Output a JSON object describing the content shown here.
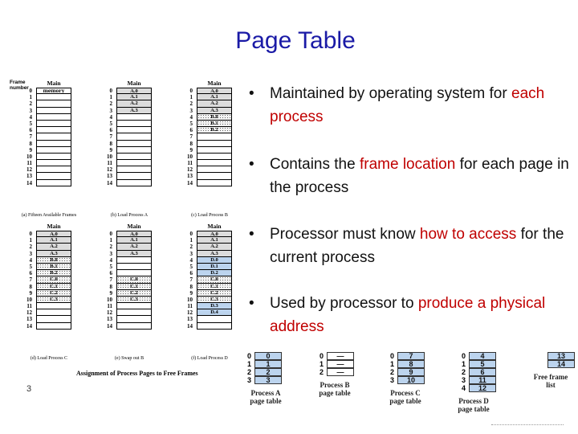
{
  "title": "Page Table",
  "bullets": [
    {
      "parts": [
        {
          "text": "Maintained by operating system for ",
          "hl": false
        },
        {
          "text": "each process",
          "hl": true
        }
      ]
    },
    {
      "parts": [
        {
          "text": "Contains the ",
          "hl": false
        },
        {
          "text": "frame location",
          "hl": true
        },
        {
          "text": " for each page in the process",
          "hl": false
        }
      ]
    },
    {
      "parts": [
        {
          "text": "Processor must know ",
          "hl": false
        },
        {
          "text": "how to access",
          "hl": true
        },
        {
          "text": " for the current process",
          "hl": false
        }
      ]
    },
    {
      "parts": [
        {
          "text": "Used by processor to ",
          "hl": false
        },
        {
          "text": "produce a physical address",
          "hl": true
        }
      ]
    }
  ],
  "bullet_symbol": "•",
  "slide_number": "3",
  "figure": {
    "frame_number_label": "Frame\nnumber",
    "main_memory_label": "Main memory",
    "assignment_caption": "Assignment of Process Pages to Free Frames",
    "frame_numbers": [
      "0",
      "1",
      "2",
      "3",
      "4",
      "5",
      "6",
      "7",
      "8",
      "9",
      "10",
      "11",
      "12",
      "13",
      "14"
    ],
    "panels": [
      {
        "caption": "(a) Fifteen Available Frames",
        "cells": [
          "",
          "",
          "",
          "",
          "",
          "",
          "",
          "",
          "",
          "",
          "",
          "",
          "",
          "",
          ""
        ],
        "styles": [
          "",
          "",
          "",
          "",
          "",
          "",
          "",
          "",
          "",
          "",
          "",
          "",
          "",
          "",
          ""
        ]
      },
      {
        "caption": "(b) Load Process A",
        "cells": [
          "A.0",
          "A.1",
          "A.2",
          "A.3",
          "",
          "",
          "",
          "",
          "",
          "",
          "",
          "",
          "",
          "",
          ""
        ],
        "styles": [
          "gray",
          "gray",
          "gray",
          "gray",
          "",
          "",
          "",
          "",
          "",
          "",
          "",
          "",
          "",
          "",
          ""
        ]
      },
      {
        "caption": "(c) Load Process B",
        "cells": [
          "A.0",
          "A.1",
          "A.2",
          "A.3",
          "B.0",
          "B.1",
          "B.2",
          "",
          "",
          "",
          "",
          "",
          "",
          "",
          ""
        ],
        "styles": [
          "gray",
          "gray",
          "gray",
          "gray",
          "dots",
          "dots",
          "dots",
          "",
          "",
          "",
          "",
          "",
          "",
          "",
          ""
        ]
      },
      {
        "caption": "(d) Load Process C",
        "cells": [
          "A.0",
          "A.1",
          "A.2",
          "A.3",
          "B.0",
          "B.1",
          "B.2",
          "C.0",
          "C.1",
          "C.2",
          "C.3",
          "",
          "",
          "",
          ""
        ],
        "styles": [
          "gray",
          "gray",
          "gray",
          "gray",
          "dots",
          "dots",
          "dots",
          "dots",
          "dots",
          "dots",
          "dots",
          "",
          "",
          "",
          ""
        ]
      },
      {
        "caption": "(e) Swap out B",
        "cells": [
          "A.0",
          "A.1",
          "A.2",
          "A.3",
          "",
          "",
          "",
          "C.0",
          "C.1",
          "C.2",
          "C.3",
          "",
          "",
          "",
          ""
        ],
        "styles": [
          "gray",
          "gray",
          "gray",
          "gray",
          "",
          "",
          "",
          "dots",
          "dots",
          "dots",
          "dots",
          "",
          "",
          "",
          ""
        ]
      },
      {
        "caption": "(f) Load Process D",
        "cells": [
          "A.0",
          "A.1",
          "A.2",
          "A.3",
          "D.0",
          "D.1",
          "D.2",
          "C.0",
          "C.1",
          "C.2",
          "C.3",
          "D.3",
          "D.4",
          "",
          ""
        ],
        "styles": [
          "gray",
          "gray",
          "gray",
          "gray",
          "blue",
          "blue",
          "blue",
          "dots",
          "dots",
          "dots",
          "dots",
          "blue",
          "blue",
          "",
          ""
        ]
      }
    ]
  },
  "page_tables": [
    {
      "label": "Process A\npage table",
      "indices": [
        "0",
        "1",
        "2",
        "3"
      ],
      "values": [
        "0",
        "1",
        "2",
        "3"
      ]
    },
    {
      "label": "Process B\npage table",
      "indices": [
        "0",
        "1",
        "2"
      ],
      "values": [
        "—",
        "—",
        "—"
      ]
    },
    {
      "label": "Process C\npage table",
      "indices": [
        "0",
        "1",
        "2",
        "3"
      ],
      "values": [
        "7",
        "8",
        "9",
        "10"
      ]
    },
    {
      "label": "Process D\npage table",
      "indices": [
        "0",
        "1",
        "2",
        "3",
        "4"
      ],
      "values": [
        "4",
        "5",
        "6",
        "11",
        "12"
      ]
    },
    {
      "label": "Free frame\nlist",
      "indices": [],
      "values": [
        "13",
        "14"
      ]
    }
  ]
}
